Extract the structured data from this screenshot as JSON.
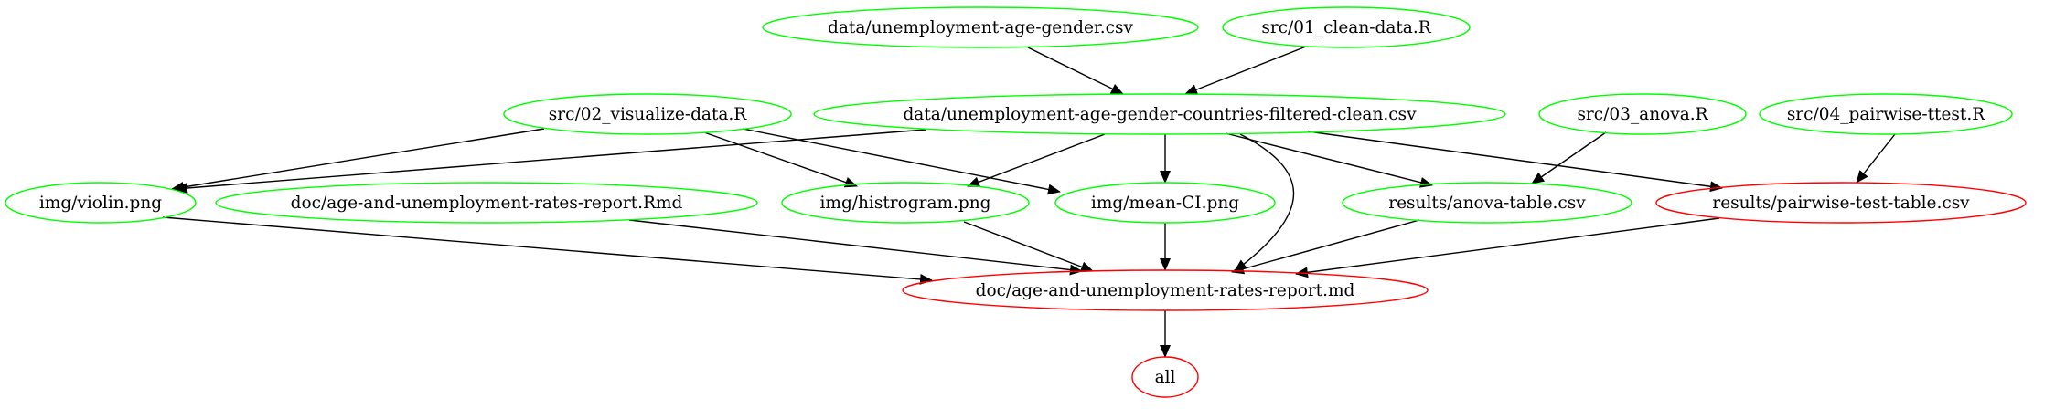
{
  "colors": {
    "ok": "#00ff00",
    "stale": "#ff0000",
    "edge": "#000000",
    "background": "#ffffff"
  },
  "nodes": [
    {
      "id": "data_raw",
      "label": "data/unemployment-age-gender.csv",
      "status": "ok"
    },
    {
      "id": "clean_script",
      "label": "src/01_clean-data.R",
      "status": "ok"
    },
    {
      "id": "data_clean",
      "label": "data/unemployment-age-gender-countries-filtered-clean.csv",
      "status": "ok"
    },
    {
      "id": "viz_script",
      "label": "src/02_visualize-data.R",
      "status": "ok"
    },
    {
      "id": "anova_script",
      "label": "src/03_anova.R",
      "status": "ok"
    },
    {
      "id": "ttest_script",
      "label": "src/04_pairwise-ttest.R",
      "status": "ok"
    },
    {
      "id": "violin",
      "label": "img/violin.png",
      "status": "ok"
    },
    {
      "id": "rmd",
      "label": "doc/age-and-unemployment-rates-report.Rmd",
      "status": "ok"
    },
    {
      "id": "histogram",
      "label": "img/histrogram.png",
      "status": "ok"
    },
    {
      "id": "meanci",
      "label": "img/mean-CI.png",
      "status": "ok"
    },
    {
      "id": "anova_table",
      "label": "results/anova-table.csv",
      "status": "ok"
    },
    {
      "id": "pairwise_table",
      "label": "results/pairwise-test-table.csv",
      "status": "stale"
    },
    {
      "id": "report_md",
      "label": "doc/age-and-unemployment-rates-report.md",
      "status": "stale"
    },
    {
      "id": "all",
      "label": "all",
      "status": "stale"
    }
  ],
  "edges": [
    {
      "from": "data_raw",
      "to": "data_clean"
    },
    {
      "from": "clean_script",
      "to": "data_clean"
    },
    {
      "from": "viz_script",
      "to": "violin"
    },
    {
      "from": "viz_script",
      "to": "histogram"
    },
    {
      "from": "viz_script",
      "to": "meanci"
    },
    {
      "from": "data_clean",
      "to": "violin"
    },
    {
      "from": "data_clean",
      "to": "histogram"
    },
    {
      "from": "data_clean",
      "to": "meanci"
    },
    {
      "from": "data_clean",
      "to": "report_md"
    },
    {
      "from": "data_clean",
      "to": "anova_table"
    },
    {
      "from": "data_clean",
      "to": "pairwise_table"
    },
    {
      "from": "anova_script",
      "to": "anova_table"
    },
    {
      "from": "ttest_script",
      "to": "pairwise_table"
    },
    {
      "from": "violin",
      "to": "report_md"
    },
    {
      "from": "rmd",
      "to": "report_md"
    },
    {
      "from": "histogram",
      "to": "report_md"
    },
    {
      "from": "meanci",
      "to": "report_md"
    },
    {
      "from": "anova_table",
      "to": "report_md"
    },
    {
      "from": "pairwise_table",
      "to": "report_md"
    },
    {
      "from": "report_md",
      "to": "all"
    }
  ]
}
